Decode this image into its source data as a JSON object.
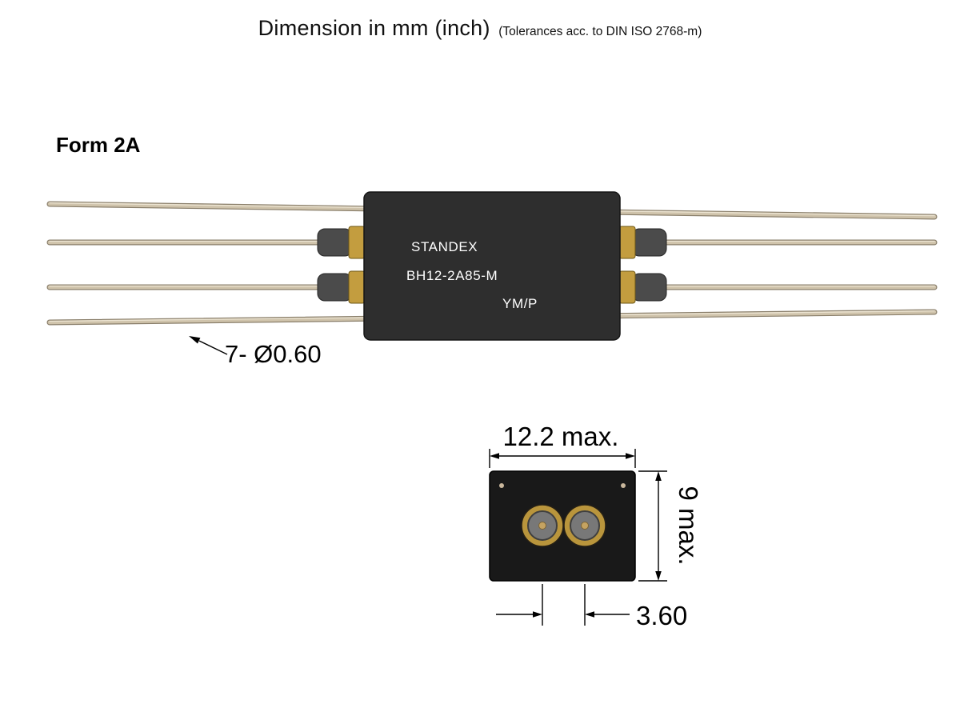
{
  "title": {
    "main": "Dimension in mm (inch)",
    "tolerance": "(Tolerances acc. to DIN ISO 2768-m)"
  },
  "form_label": "Form 2A",
  "relay": {
    "line1": "STANDEX",
    "line2": "BH12-2A85-M",
    "line3": "YM/P"
  },
  "annotations": {
    "lead_diameter": "7- Ø0.60",
    "width_dim": "12.2 max.",
    "height_dim": "9 max.",
    "pitch_dim": "3.60"
  },
  "colors": {
    "relay_body": "#2e2e2e",
    "wire": "#cfc3ab",
    "gold_ferrule": "#c39d3f",
    "boot": "#4b4b4b",
    "end_view_body": "#191919",
    "terminal_gray": "#787878",
    "dimension": "#000000",
    "background": "#ffffff"
  }
}
